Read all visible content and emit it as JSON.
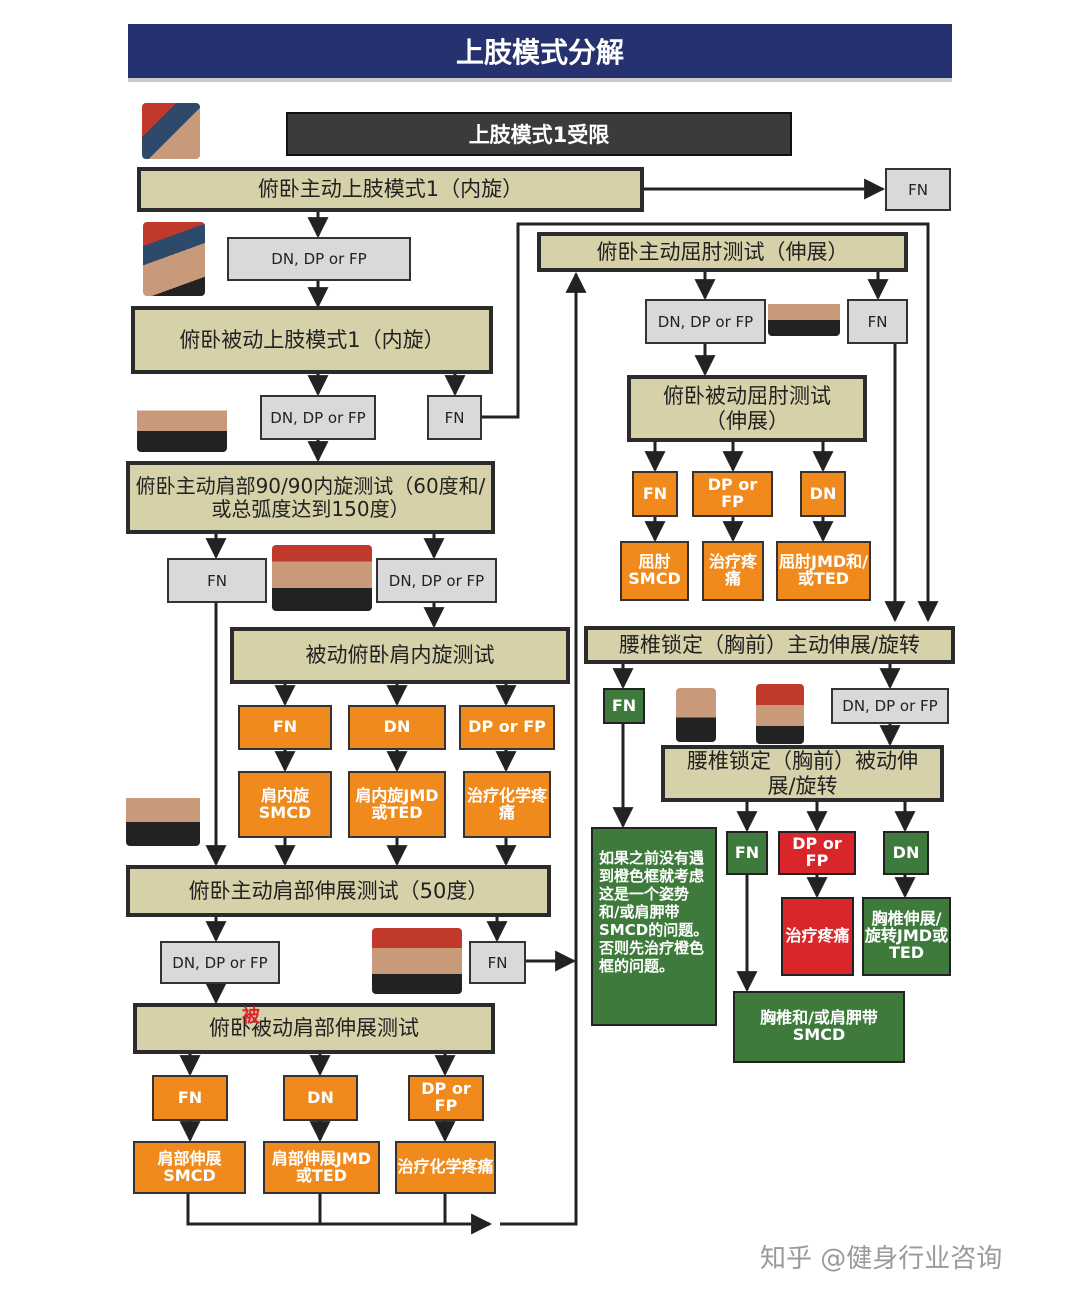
{
  "title": "上肢模式分解",
  "subtitle": "上肢模式1受限",
  "nodes": {
    "a1": "俯卧主动上肢模式1（内旋）",
    "fn_top": "FN",
    "dn1": "DN, DP or FP",
    "p1": "俯卧被动上肢模式1（内旋）",
    "dn2": "DN, DP or FP",
    "fn2": "FN",
    "a2": "俯卧主动肩部90/90内旋测试（60度和/或总弧度达到150度）",
    "fn3": "FN",
    "dn3": "DN, DP or FP",
    "p2": "被动俯卧肩内旋测试",
    "o_fn1": "FN",
    "o_dn1": "DN",
    "o_dp1": "DP or FP",
    "o_r1": "肩内旋SMCD",
    "o_r2": "肩内旋JMD或TED",
    "o_r3": "治疗化学疼痛",
    "a3": "俯卧主动肩部伸展测试（50度）",
    "dn4": "DN, DP or FP",
    "fn4": "FN",
    "p3": "俯卧被动肩部伸展测试",
    "p3_mark": "被",
    "o_fn2": "FN",
    "o_dn2": "DN",
    "o_dp2": "DP or FP",
    "o_r4": "肩部伸展SMCD",
    "o_r5": "肩部伸展JMD或TED",
    "o_r6": "治疗化学疼痛",
    "a4": "俯卧主动屈肘测试（伸展）",
    "dn5": "DN, DP or FP",
    "fn5": "FN",
    "p4": "俯卧被动屈肘测试（伸展）",
    "o_fn3": "FN",
    "o_dp3": "DP or FP",
    "o_dn3": "DN",
    "o_r7": "屈肘SMCD",
    "o_r8": "治疗疼痛",
    "o_r9": "屈肘JMD和/或TED",
    "a5": "腰椎锁定（胸前）主动伸展/旋转",
    "g_fn": "FN",
    "dn6": "DN, DP or FP",
    "p5": "腰椎锁定（胸前）被动伸展/旋转",
    "note": "如果之前没有遇到橙色框就考虑这是一个姿势和/或肩胛带SMCD的问题。否则先治疗橙色框的问题。",
    "g_fn2": "FN",
    "r_dp": "DP or FP",
    "g_dn": "DN",
    "r_pain": "治疗疼痛",
    "g_r1": "胸椎伸展/旋转JMD或TED",
    "g_r2": "胸椎和/或肩胛带SMCD"
  },
  "watermark": "知乎 @健身行业咨询",
  "colors": {
    "banner": "#26316f",
    "test_box": "#d6d1a9",
    "orange": "#f08a1c",
    "green": "#3d7a3c",
    "red": "#d8262b",
    "gray": "#d9d9d9"
  }
}
